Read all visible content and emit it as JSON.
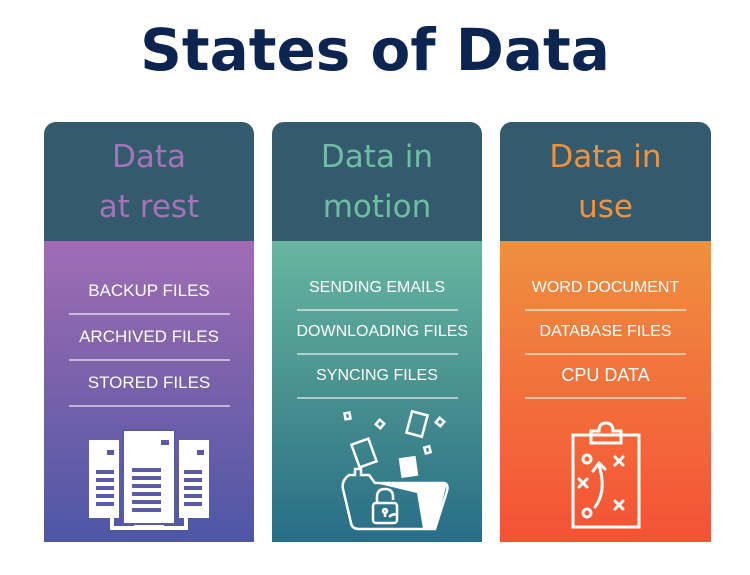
{
  "title": "States of Data",
  "colors": {
    "title": "#0c2450",
    "header_bg": "#345a6d",
    "rest_accent": "#a672b8",
    "motion_accent": "#6dbea3",
    "use_accent": "#f0923e"
  },
  "cards": [
    {
      "id": "rest",
      "heading_line1": "Data",
      "heading_line2": "at rest",
      "items": [
        "BACKUP FILES",
        "ARCHIVED FILES",
        "STORED FILES"
      ],
      "icon": "server-rack-icon"
    },
    {
      "id": "motion",
      "heading_line1": "Data in",
      "heading_line2": "motion",
      "items": [
        "SENDING EMAILS",
        "DOWNLOADING FILES",
        "SYNCING FILES"
      ],
      "icon": "folder-unlock-files-icon"
    },
    {
      "id": "use",
      "heading_line1": "Data in",
      "heading_line2": "use",
      "items": [
        "WORD DOCUMENT",
        "DATABASE FILES",
        "CPU DATA"
      ],
      "icon": "clipboard-strategy-icon"
    }
  ]
}
